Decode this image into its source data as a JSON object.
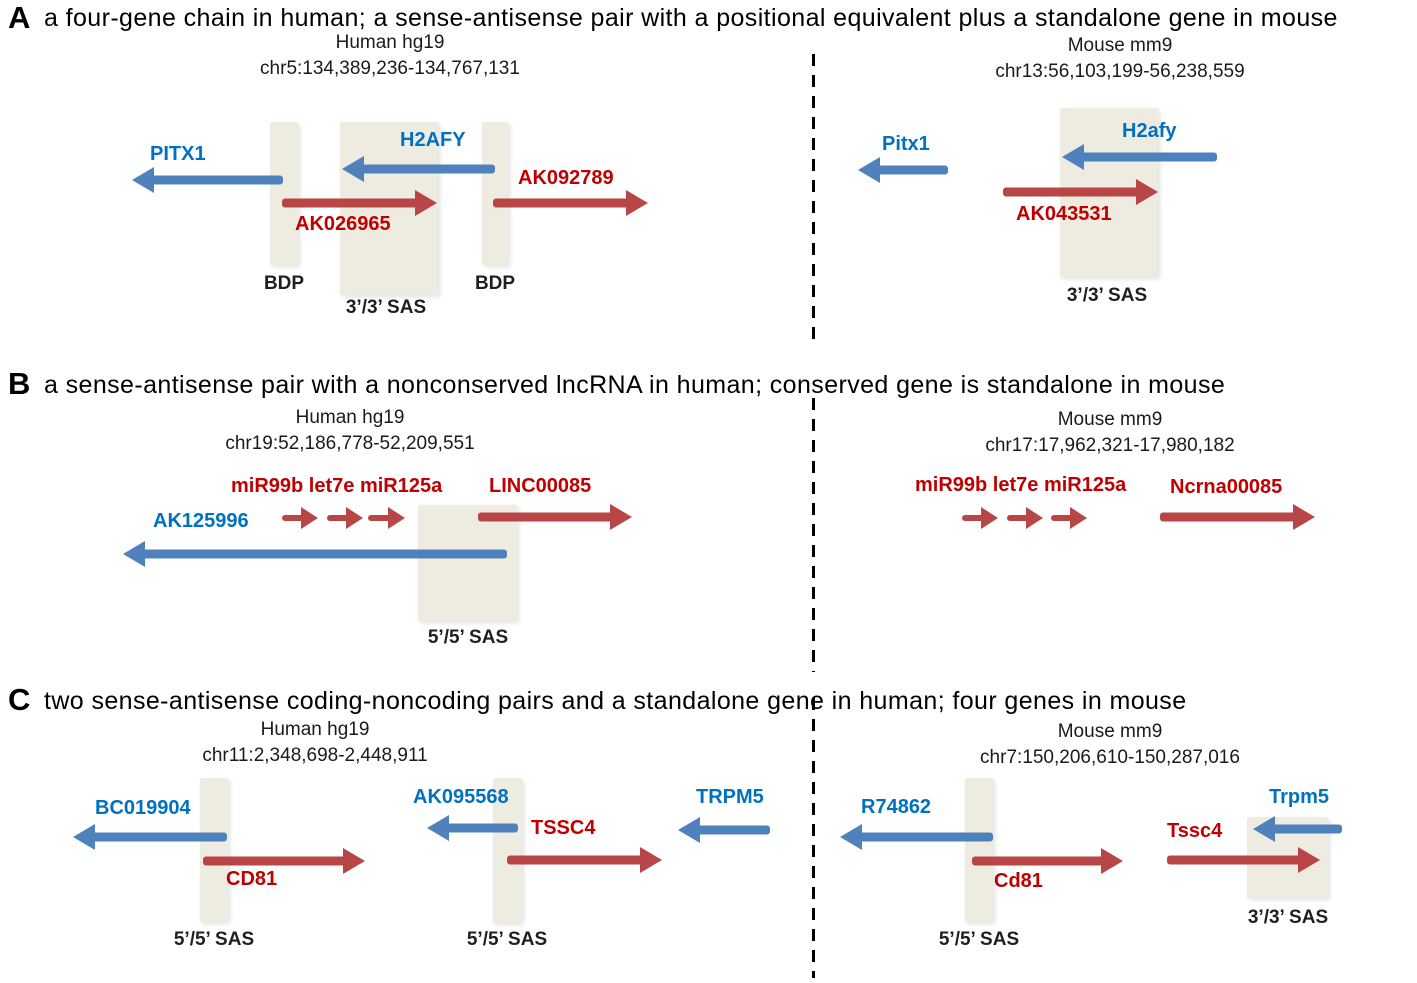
{
  "colors": {
    "forward_gene": "#b94646",
    "reverse_gene": "#4f81bd",
    "forward_label": "#c00000",
    "reverse_label": "#0070c0",
    "region_box": "#eeece1"
  },
  "panels": [
    {
      "letter": "A",
      "caption": "a four-gene chain in human; a sense-antisense pair with a positional equivalent plus a standalone gene in mouse",
      "human": {
        "assembly": "Human hg19",
        "coordinates": "chr5:134,389,236-134,767,131",
        "genes": {
          "pitx1": "PITX1",
          "h2afy": "H2AFY",
          "ak026965": "AK026965",
          "ak092789": "AK092789"
        },
        "annotations": {
          "bdp1": "BDP",
          "sas": "3’/3’ SAS",
          "bdp2": "BDP"
        }
      },
      "mouse": {
        "assembly": "Mouse mm9",
        "coordinates": "chr13:56,103,199-56,238,559",
        "genes": {
          "pitx1": "Pitx1",
          "h2afy": "H2afy",
          "ak043531": "AK043531"
        },
        "annotations": {
          "sas": "3’/3’ SAS"
        }
      }
    },
    {
      "letter": "B",
      "caption": "a sense-antisense pair with a nonconserved lncRNA in human; conserved gene is standalone in mouse",
      "human": {
        "assembly": "Human hg19",
        "coordinates": "chr19:52,186,778-52,209,551",
        "genes": {
          "ak125996": "AK125996",
          "mirnas": "miR99b let7e miR125a",
          "linc00085": "LINC00085"
        },
        "annotations": {
          "sas": "5’/5’ SAS"
        }
      },
      "mouse": {
        "assembly": "Mouse mm9",
        "coordinates": "chr17:17,962,321-17,980,182",
        "genes": {
          "mirnas": "miR99b let7e miR125a",
          "ncrna00085": "Ncrna00085"
        }
      }
    },
    {
      "letter": "C",
      "caption": "two sense-antisense coding-noncoding pairs and a standalone gene in human; four genes in mouse",
      "human": {
        "assembly": "Human hg19",
        "coordinates": "chr11:2,348,698-2,448,911",
        "genes": {
          "bc019904": "BC019904",
          "cd81": "CD81",
          "ak095568": "AK095568",
          "tssc4": "TSSC4",
          "trpm5": "TRPM5"
        },
        "annotations": {
          "sas1": "5’/5’ SAS",
          "sas2": "5’/5’ SAS"
        }
      },
      "mouse": {
        "assembly": "Mouse mm9",
        "coordinates": "chr7:150,206,610-150,287,016",
        "genes": {
          "r74862": "R74862",
          "cd81": "Cd81",
          "tssc4": "Tssc4",
          "trpm5": "Trpm5"
        },
        "annotations": {
          "sas1": "5’/5’ SAS",
          "sas2": "3’/3’ SAS"
        }
      }
    }
  ]
}
